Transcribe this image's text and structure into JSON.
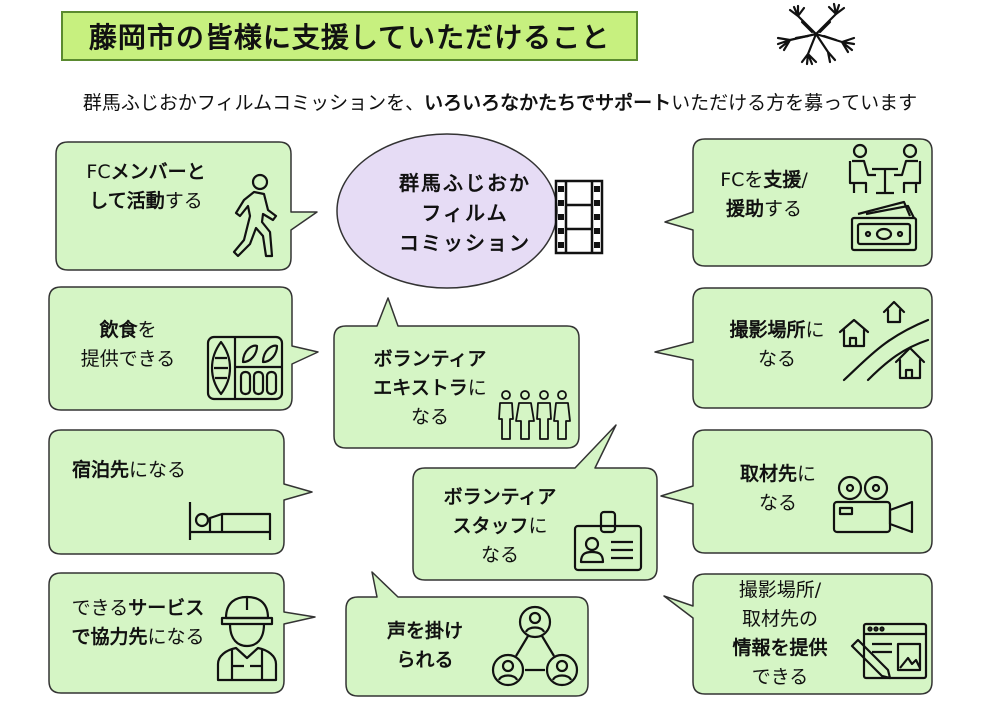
{
  "title": "藤岡市の皆様に支援していただけること",
  "subtitle": {
    "part1": "群馬ふじおかフィルムコミッションを、",
    "bold": "いろいろなかたちでサポート",
    "part2": "いただける方を募っています"
  },
  "center": {
    "line1": "群馬ふじおか",
    "line2": "フィルム",
    "line3": "コミッション"
  },
  "items": {
    "fc_member": {
      "b1": "FC",
      "b2": "メンバーと",
      "b3": "して活動",
      "r3": "する"
    },
    "food": {
      "b1": "飲食",
      "r1": "を",
      "r2": "提供できる"
    },
    "lodging": {
      "b1": "宿泊先",
      "r1": "になる"
    },
    "service": {
      "r1": "できる",
      "b1": "サービス",
      "b2": "で協力先",
      "r2": "になる"
    },
    "extra": {
      "b1": "ボランティア",
      "b2": "エキストラ",
      "r2": "に",
      "r3": "なる"
    },
    "staff": {
      "b1": "ボランティア",
      "b2": "スタッフ",
      "r2": "に",
      "r3": "なる"
    },
    "voice": {
      "b1": "声を掛け",
      "b2": "られる"
    },
    "support": {
      "r1a": "FCを",
      "b1": "支援",
      "r1b": "/",
      "b2": "援助",
      "r2": "する"
    },
    "location": {
      "b1": "撮影場所",
      "r1": "に",
      "r2": "なる"
    },
    "interview": {
      "b1": "取材先",
      "r1": "に",
      "r2": "なる"
    },
    "info": {
      "r1": "撮影場所/",
      "r2": "取材先の",
      "b3": "情報を提供",
      "r4": "できる"
    }
  },
  "colors": {
    "bubble_fill": "#d5f5c5",
    "bubble_stroke": "#333333",
    "center_fill": "#e6dcf5",
    "title_fill": "#c7f07f"
  },
  "icons": [
    "hands-circle-icon",
    "walking-person-icon",
    "film-strip-icon",
    "meeting-table-icon",
    "money-icon",
    "bento-icon",
    "houses-road-icon",
    "volunteers-icon",
    "bed-icon",
    "movie-camera-icon",
    "id-badge-icon",
    "worker-helmet-icon",
    "network-people-icon",
    "browser-edit-icon"
  ]
}
